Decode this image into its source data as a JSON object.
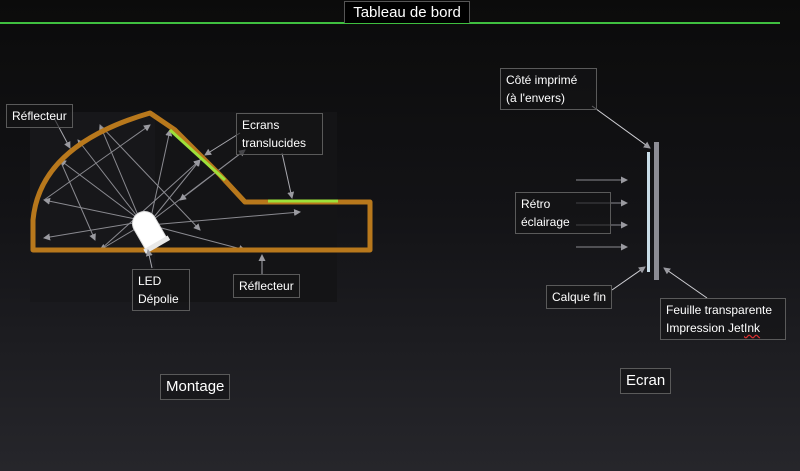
{
  "title": "Tableau de bord",
  "montage": {
    "label_reflector_top": "Réflecteur",
    "label_screens": [
      "Ecrans",
      "translucides"
    ],
    "label_led": [
      "LED",
      "Dépolie"
    ],
    "label_reflector_bottom": "Réflecteur",
    "caption": "Montage"
  },
  "ecran": {
    "label_printed_side": [
      "Côté imprimé",
      "(à l'envers)"
    ],
    "label_backlight": [
      "Rétro",
      "éclairage"
    ],
    "label_thin_tracing": "Calque fin",
    "label_sheet": [
      "Feuille transparente",
      "Impression Jet",
      "Ink"
    ],
    "caption": "Ecran"
  },
  "colors": {
    "reflector": "#b8781c",
    "screen": "#9ee03a",
    "rays": "#8a8a90",
    "title_line": "#3fbf3f"
  }
}
